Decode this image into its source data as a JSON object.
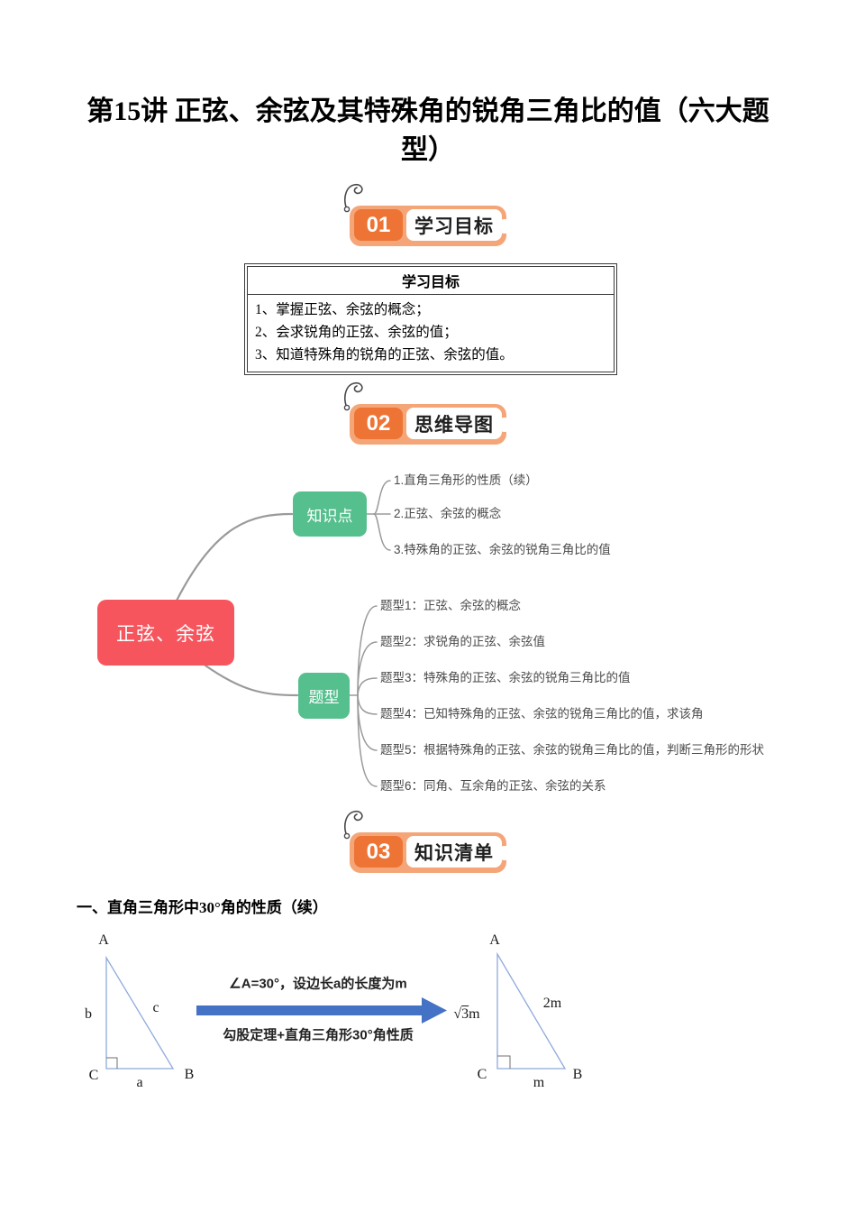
{
  "title": {
    "line1": "第15讲 正弦、余弦及其特殊角的锐角三角比的值（六大题",
    "line2": "型）"
  },
  "sections": {
    "s1": {
      "num": "01",
      "label": "学习目标"
    },
    "s2": {
      "num": "02",
      "label": "思维导图"
    },
    "s3": {
      "num": "03",
      "label": "知识清单"
    }
  },
  "objectives": {
    "header": "学习目标",
    "items": [
      "1、掌握正弦、余弦的概念；",
      "2、会求锐角的正弦、余弦的值；",
      "3、知道特殊角的锐角的正弦、余弦的值。"
    ]
  },
  "mindmap": {
    "root": "正弦、余弦",
    "knowledge": {
      "label": "知识点",
      "items": [
        "1.直角三角形的性质（续）",
        "2.正弦、余弦的概念",
        "3.特殊角的正弦、余弦的锐角三角比的值"
      ]
    },
    "types": {
      "label": "题型",
      "items": [
        "题型1：正弦、余弦的概念",
        "题型2：求锐角的正弦、余弦值",
        "题型3：特殊角的正弦、余弦的锐角三角比的值",
        "题型4：已知特殊角的正弦、余弦的锐角三角比的值，求该角",
        "题型5：根据特殊角的正弦、余弦的锐角三角比的值，判断三角形的形状",
        "题型6：同角、互余角的正弦、余弦的关系"
      ]
    }
  },
  "knowledge_list": {
    "heading": "一、直角三角形中30°角的性质（续）",
    "transform": {
      "top": "∠A=30°，设边长a的长度为m",
      "bottom": "勾股定理+直角三角形30°角性质"
    },
    "triangle_left": {
      "vertex_a": "A",
      "vertex_b": "B",
      "vertex_c": "C",
      "side_a": "a",
      "side_b": "b",
      "side_c": "c"
    },
    "triangle_right": {
      "vertex_a": "A",
      "vertex_b": "B",
      "vertex_c": "C",
      "hypotenuse": "2m",
      "base": "m",
      "radical": "√",
      "radicand": "3",
      "radical_suffix": "m"
    }
  },
  "colors": {
    "accent_orange": "#EE7435",
    "light_orange": "#F5A679",
    "node_red": "#F7555E",
    "node_green": "#56BF8E",
    "connector_gray": "#9A9A9A",
    "arrow_blue": "#4472C4",
    "triangle_blue": "#8FAADC"
  }
}
